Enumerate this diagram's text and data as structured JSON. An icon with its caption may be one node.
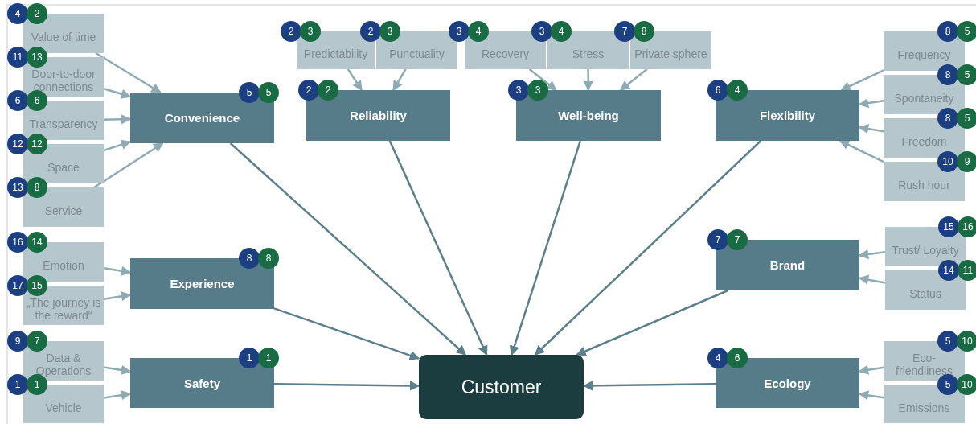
{
  "diagram": {
    "nodes": [
      {
        "text": [
          "Value of time"
        ],
        "beside": [
          "4",
          "2"
        ]
      },
      {
        "text": [
          "Door-to-door connections"
        ],
        "beside": [
          "11",
          "13"
        ]
      },
      {
        "text": [
          "Transparency"
        ],
        "beside": [
          "6",
          "6"
        ]
      },
      {
        "text": [
          "Space"
        ],
        "beside": [
          "12",
          "12"
        ]
      },
      {
        "text": [
          "Service"
        ],
        "beside": [
          "13",
          "8"
        ]
      },
      {
        "text": [
          "Predictability"
        ],
        "beside": [
          "2",
          "3"
        ]
      },
      {
        "text": [
          "Punctuality"
        ],
        "beside": [
          "2",
          "3"
        ]
      },
      {
        "text": [
          "Recovery"
        ],
        "beside": [
          "3",
          "4"
        ]
      },
      {
        "text": [
          "Stress"
        ],
        "beside": [
          "3",
          "4"
        ]
      },
      {
        "text": [
          "Private sphere"
        ],
        "beside": [
          "7",
          "8"
        ]
      },
      {
        "text": [
          "Frequency"
        ],
        "beside": [
          "8",
          "5"
        ]
      },
      {
        "text": [
          "Convenience"
        ],
        "beside": [
          "5",
          "5"
        ]
      },
      {
        "text": [
          "Reliability"
        ],
        "beside": [
          "2",
          "2"
        ]
      },
      {
        "text": [
          "Well-being"
        ],
        "beside": [
          "3",
          "3"
        ]
      },
      {
        "text": [
          "Flexibility"
        ],
        "beside": [
          "6",
          "4"
        ]
      },
      {
        "text": [
          "Spontaneity"
        ],
        "beside": [
          "8",
          "5"
        ]
      },
      {
        "text": [
          "Freedom"
        ],
        "beside": [
          "8",
          "5"
        ]
      },
      {
        "text": [
          "Rush hour"
        ],
        "beside": [
          "10",
          "9"
        ]
      },
      {
        "text": [
          "Trust/ Loyalty"
        ],
        "beside": [
          "15",
          "16"
        ]
      },
      {
        "text": [
          "Emotion"
        ],
        "beside": [
          "16",
          "14"
        ]
      },
      {
        "text": [
          "Brand"
        ],
        "beside": [
          "7",
          "7"
        ]
      },
      {
        "text": [
          "Experience"
        ],
        "beside": [
          "8",
          "8"
        ]
      },
      {
        "text": [
          "Status"
        ],
        "beside": [
          "14",
          "11"
        ]
      },
      {
        "text": [
          "„The journey is the reward“"
        ],
        "beside": [
          "17",
          "15"
        ]
      },
      {
        "text": [
          "Data & Operations"
        ],
        "beside": [
          "9",
          "7"
        ]
      },
      {
        "text": [
          "Eco-friendliness"
        ],
        "beside": [
          "5",
          "10"
        ]
      },
      {
        "text": [
          "Safety"
        ],
        "beside": [
          "1",
          "1"
        ]
      },
      {
        "text": [
          "Customer"
        ]
      },
      {
        "text": [
          "Ecology"
        ],
        "beside": [
          "4",
          "6"
        ]
      },
      {
        "text": [
          "Vehicle"
        ],
        "beside": [
          "1",
          "1"
        ]
      },
      {
        "text": [
          "Emissions"
        ],
        "beside": [
          "5",
          "10"
        ]
      }
    ],
    "edges": [
      {
        "from": 0,
        "to": 11,
        "arrow": "to"
      },
      {
        "from": 1,
        "to": 11,
        "arrow": "to"
      },
      {
        "from": 2,
        "to": 11,
        "arrow": "to"
      },
      {
        "from": 3,
        "to": 11,
        "arrow": "to"
      },
      {
        "from": 4,
        "to": 11,
        "arrow": "to"
      },
      {
        "from": 5,
        "to": 12,
        "arrow": "to"
      },
      {
        "from": 6,
        "to": 12,
        "arrow": "to"
      },
      {
        "from": 7,
        "to": 13,
        "arrow": "to"
      },
      {
        "from": 8,
        "to": 13,
        "arrow": "to"
      },
      {
        "from": 9,
        "to": 13,
        "arrow": "to"
      },
      {
        "from": 10,
        "to": 14,
        "arrow": "to"
      },
      {
        "from": 15,
        "to": 14,
        "arrow": "to"
      },
      {
        "from": 16,
        "to": 14,
        "arrow": "to"
      },
      {
        "from": 17,
        "to": 14,
        "arrow": "to"
      },
      {
        "from": 18,
        "to": 20,
        "arrow": "to"
      },
      {
        "from": 22,
        "to": 20,
        "arrow": "to"
      },
      {
        "from": 19,
        "to": 21,
        "arrow": "to"
      },
      {
        "from": 23,
        "to": 21,
        "arrow": "to"
      },
      {
        "from": 24,
        "to": 26,
        "arrow": "to"
      },
      {
        "from": 29,
        "to": 26,
        "arrow": "to"
      },
      {
        "from": 25,
        "to": 28,
        "arrow": "to"
      },
      {
        "from": 30,
        "to": 28,
        "arrow": "to"
      },
      {
        "from": 11,
        "to": 27,
        "arrow": "to",
        "color": "#5b7f8b"
      },
      {
        "from": 12,
        "to": 27,
        "arrow": "to",
        "color": "#5b7f8b"
      },
      {
        "from": 13,
        "to": 27,
        "arrow": "to",
        "color": "#5b7f8b"
      },
      {
        "from": 14,
        "to": 27,
        "arrow": "to",
        "color": "#5b7f8b"
      },
      {
        "from": 20,
        "to": 27,
        "arrow": "to",
        "color": "#5b7f8b"
      },
      {
        "from": 21,
        "to": 27,
        "arrow": "to",
        "color": "#5b7f8b"
      },
      {
        "from": 26,
        "to": 27,
        "arrow": "to",
        "color": "#5b7f8b"
      },
      {
        "from": 28,
        "to": 27,
        "arrow": "to",
        "color": "#5b7f8b"
      }
    ]
  }
}
